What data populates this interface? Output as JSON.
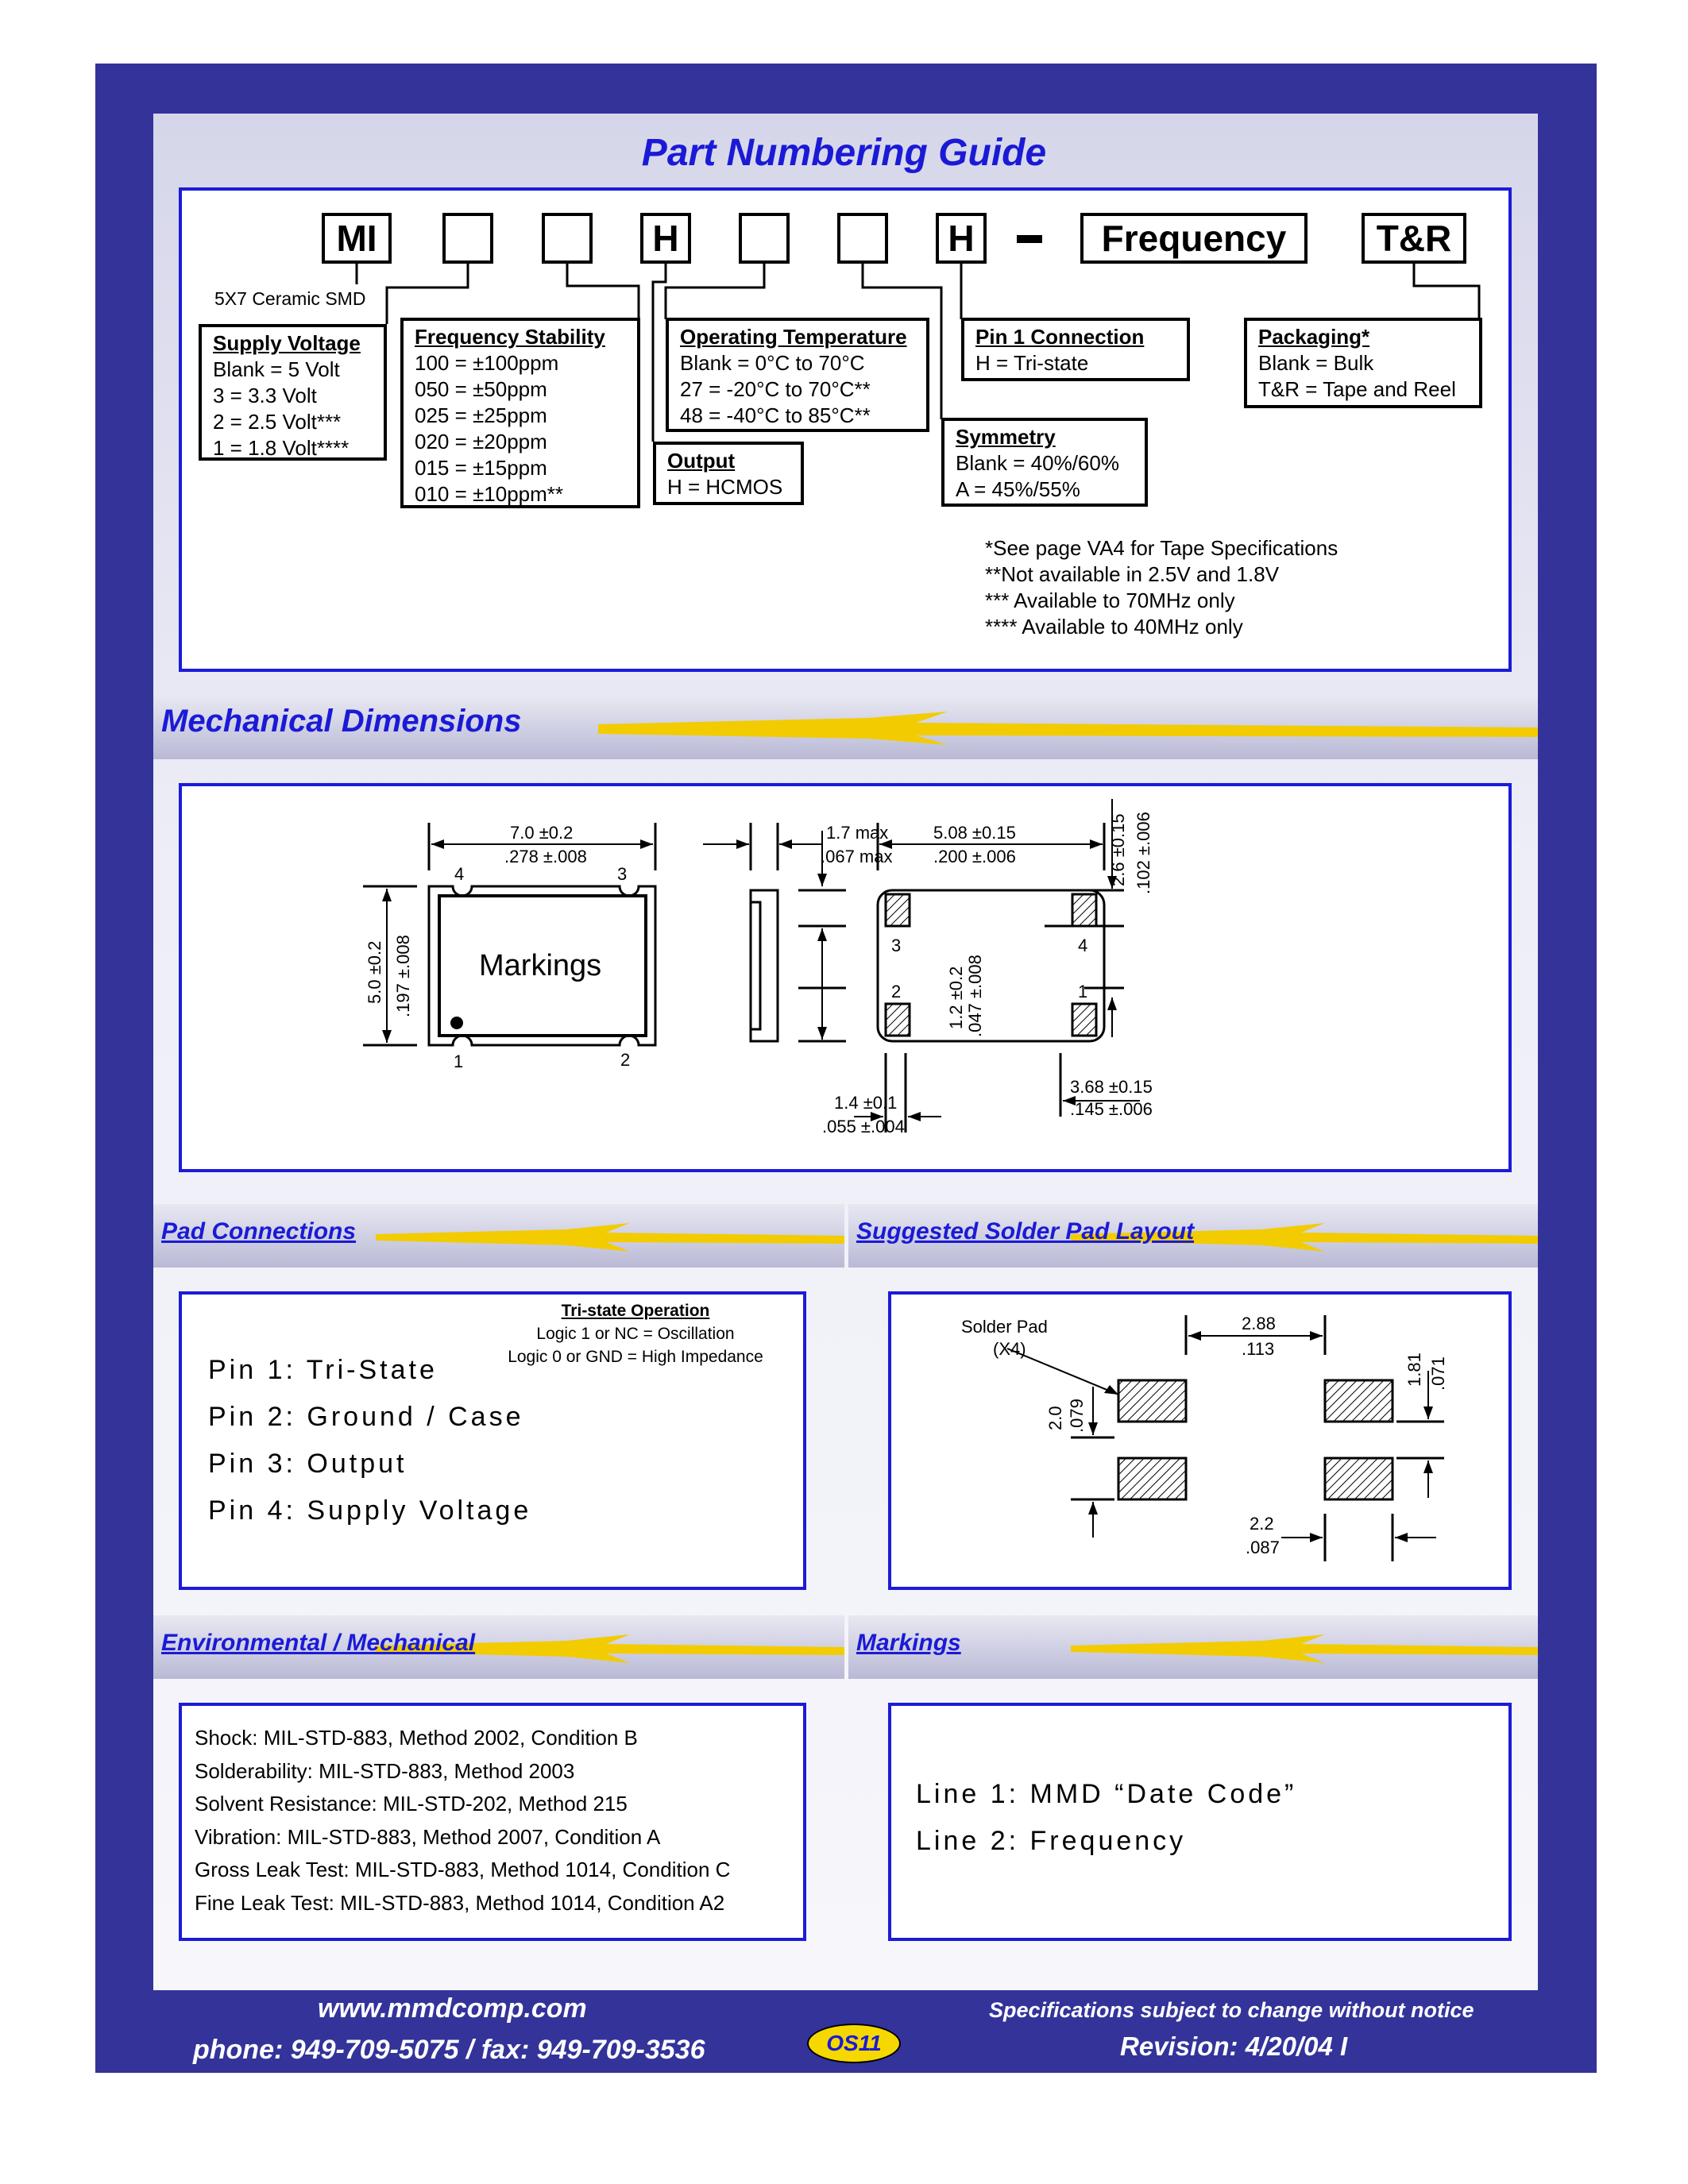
{
  "header": {
    "title": "Part Numbering Guide"
  },
  "part_number": {
    "boxes": [
      "MI",
      "",
      "",
      "H",
      "",
      "",
      "H",
      "Frequency",
      "T&R"
    ],
    "dash": "-",
    "smd_note": "5X7 Ceramic SMD"
  },
  "specs": {
    "supply_voltage": {
      "title": "Supply Voltage",
      "lines": [
        "Blank = 5 Volt",
        "3 = 3.3 Volt",
        "2 = 2.5 Volt***",
        "1 = 1.8 Volt****"
      ]
    },
    "frequency_stability": {
      "title": "Frequency Stability",
      "lines": [
        "100 = ±100ppm",
        "050 = ±50ppm",
        "025 = ±25ppm",
        "020 = ±20ppm",
        "015 = ±15ppm",
        "010 = ±10ppm**"
      ]
    },
    "operating_temperature": {
      "title": "Operating Temperature",
      "lines": [
        "Blank = 0°C to 70°C",
        "27 = -20°C to 70°C**",
        "48 = -40°C to 85°C**"
      ]
    },
    "output": {
      "title": "Output",
      "lines": [
        "H = HCMOS"
      ]
    },
    "pin1": {
      "title": "Pin 1 Connection",
      "lines": [
        "H = Tri-state"
      ]
    },
    "symmetry": {
      "title": "Symmetry",
      "lines": [
        "Blank = 40%/60%",
        "A = 45%/55%"
      ]
    },
    "packaging": {
      "title": "Packaging*",
      "lines": [
        "Blank = Bulk",
        "T&R = Tape and Reel"
      ]
    }
  },
  "notes": [
    "*See page VA4 for Tape Specifications",
    "**Not available in 2.5V and 1.8V",
    "*** Available to 70MHz only",
    "**** Available to 40MHz only"
  ],
  "sections": {
    "mechanical": "Mechanical Dimensions",
    "pad_connections": "Pad Connections",
    "solder_layout": "Suggested Solder Pad Layout",
    "environmental": "Environmental / Mechanical",
    "markings": "Markings"
  },
  "mech": {
    "width": "7.0 ±0.2",
    "width_in": ".278 ±.008",
    "height": "5.0 ±0.2",
    "height_in": ".197 ±.008",
    "thick": "1.7 max",
    "thick_in": ".067 max",
    "pad_span": "5.08 ±0.15",
    "pad_span_in": ".200 ±.006",
    "pad_h": "2.6 ±0.15",
    "pad_h_in": ".102 ±.006",
    "pad_gap": "1.2 ±0.2",
    "pad_gap_in": ".047 ±.008",
    "pad_w": "1.4 ±0.1",
    "pad_w_in": ".055 ±.004",
    "pad_pitch": "3.68 ±0.15",
    "pad_pitch_in": ".145 ±.006",
    "markings_label": "Markings",
    "pins": [
      "1",
      "2",
      "3",
      "4"
    ]
  },
  "pad_connections": {
    "tristate_title": "Tri-state Operation",
    "tristate_lines": [
      "Logic 1 or NC = Oscillation",
      "Logic 0 or GND = High Impedance"
    ],
    "pins": [
      "Pin 1: Tri-State",
      "Pin 2: Ground / Case",
      "Pin 3: Output",
      "Pin 4: Supply Voltage"
    ]
  },
  "solder": {
    "pad_label": "Solder Pad",
    "pad_count": "(X4)",
    "span": "2.88",
    "span_in": ".113",
    "pad_w": "2.0",
    "pad_w_in": ".079",
    "pad_h": "1.81",
    "pad_h_in": ".071",
    "gap": "2.2",
    "gap_in": ".087"
  },
  "environmental": [
    "Shock:  MIL-STD-883, Method 2002, Condition B",
    "Solderability:  MIL-STD-883, Method 2003",
    "Solvent Resistance:  MIL-STD-202, Method 215",
    "Vibration:  MIL-STD-883, Method 2007, Condition A",
    "Gross Leak Test:  MIL-STD-883, Method 1014, Condition C",
    "Fine Leak Test:  MIL-STD-883, Method 1014, Condition A2"
  ],
  "markings": [
    "Line 1: MMD “Date Code”",
    "Line 2: Frequency"
  ],
  "footer": {
    "website": "www.mmdcomp.com",
    "phone": "phone: 949-709-5075 / fax: 949-709-3536",
    "page": "OS11",
    "disclaimer": "Specifications subject to change without notice",
    "revision": "Revision: 4/20/04 I"
  },
  "colors": {
    "frame": "#33339a",
    "accent": "#1a1ad6",
    "badge": "#f5d800"
  }
}
